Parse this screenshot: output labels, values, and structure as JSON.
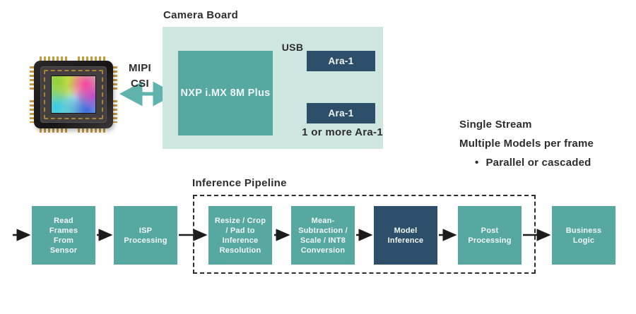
{
  "diagram": {
    "mipi_label": "MIPI\nCSI",
    "camera_board": {
      "title": "Camera Board",
      "soc_label": "NXP i.MX 8M Plus",
      "usb_label": "USB",
      "ara_units": [
        {
          "label": "Ara-1"
        },
        {
          "label": "Ara-1"
        }
      ],
      "caption": "1 or more Ara-1"
    },
    "notes": {
      "line1": "Single Stream",
      "line2": "Multiple Models per frame",
      "bullet_glyph": "•",
      "bullet_text": "Parallel or cascaded"
    },
    "pipeline": {
      "title": "Inference Pipeline",
      "stages": [
        {
          "label": "Read\nFrames\nFrom\nSensor",
          "variant": "teal"
        },
        {
          "label": "ISP\nProcessing",
          "variant": "teal"
        },
        {
          "label": "Resize / Crop\n/ Pad to\nInference\nResolution",
          "variant": "teal"
        },
        {
          "label": "Mean-\nSubtraction /\nScale / INT8\nConversion",
          "variant": "teal"
        },
        {
          "label": "Model\nInference",
          "variant": "dark"
        },
        {
          "label": "Post\nProcessing",
          "variant": "teal"
        },
        {
          "label": "Business\nLogic",
          "variant": "teal"
        }
      ]
    },
    "colors": {
      "mint_panel": "#cde7e0",
      "teal_box": "#57a8a1",
      "navy_box": "#2e4f69",
      "teal_arrow": "#5fb3ac",
      "black_arrow": "#1c1c1c"
    }
  }
}
